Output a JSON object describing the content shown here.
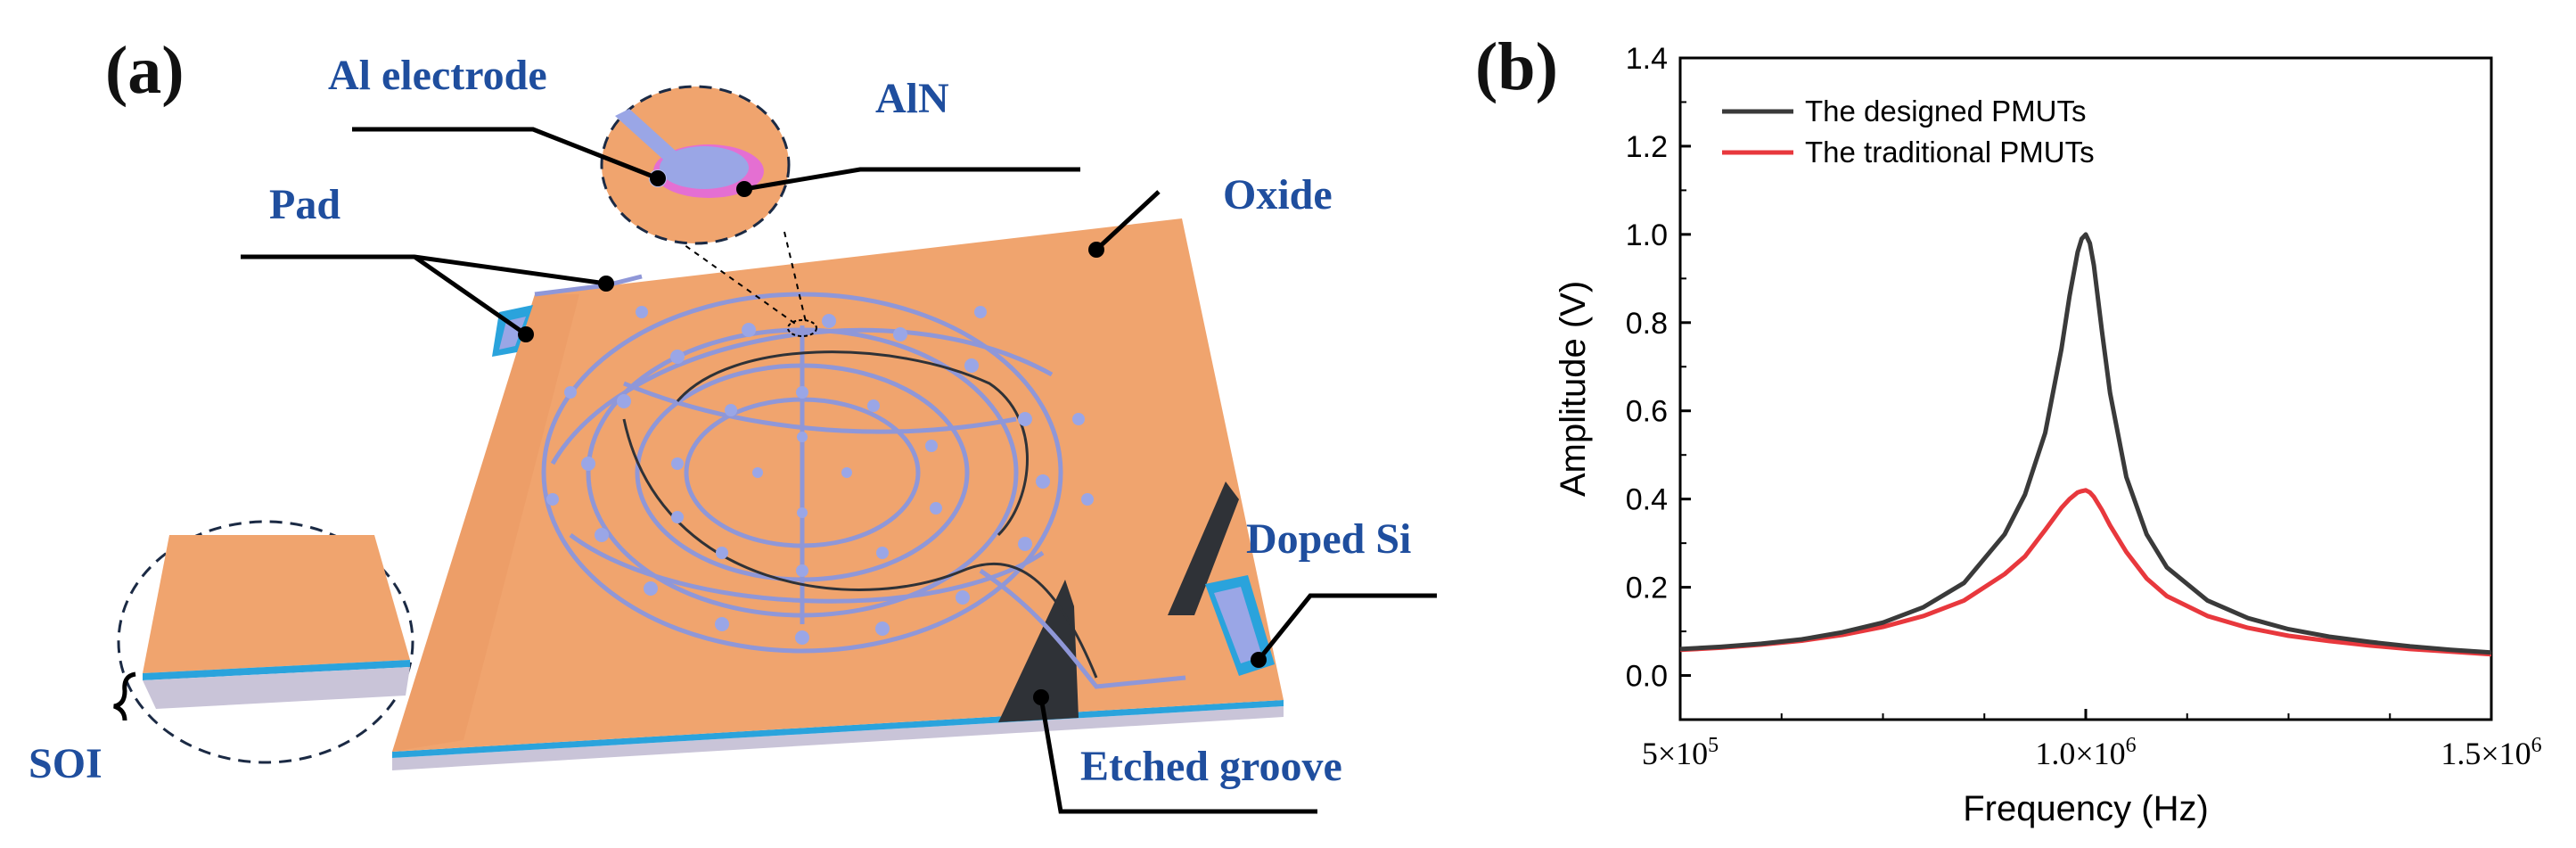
{
  "panel_a": {
    "letter": "(a)",
    "labels": {
      "al_electrode": "Al electrode",
      "aln": "AlN",
      "pad": "Pad",
      "oxide": "Oxide",
      "doped_si": "Doped Si",
      "soi": "SOI",
      "etched_groove": "Etched groove"
    },
    "colors": {
      "label_text": "#1f4e9e",
      "oxide_surface": "#f0a46e",
      "electrode": "#9aa6e6",
      "pad_blue": "#2aa3dc",
      "substrate": "#c9c4d8",
      "groove": "#2f3237",
      "aln_rim": "#e46fd2"
    }
  },
  "panel_b": {
    "letter": "(b)"
  },
  "chart_data": {
    "type": "line",
    "xlabel": "Frequency (Hz)",
    "ylabel": "Amplitude (V)",
    "xlim": [
      500000,
      1500000
    ],
    "ylim": [
      -0.1,
      1.4
    ],
    "x_ticks": [
      {
        "value": 500000,
        "base": "5×10",
        "exp": "5"
      },
      {
        "value": 1000000,
        "base": "1.0×10",
        "exp": "6"
      },
      {
        "value": 1500000,
        "base": "1.5×10",
        "exp": "6"
      }
    ],
    "y_ticks": [
      0.0,
      0.2,
      0.4,
      0.6,
      0.8,
      1.0,
      1.2,
      1.4
    ],
    "y_tick_labels": [
      "0.0",
      "0.2",
      "0.4",
      "0.6",
      "0.8",
      "1.0",
      "1.2",
      "1.4"
    ],
    "legend_position": "top-left",
    "grid": false,
    "series": [
      {
        "name": "The designed PMUTs",
        "color": "#3a3a3a",
        "x": [
          500000,
          550000,
          600000,
          650000,
          700000,
          750000,
          800000,
          850000,
          900000,
          925000,
          950000,
          970000,
          980000,
          990000,
          995000,
          1000000,
          1005000,
          1010000,
          1020000,
          1030000,
          1050000,
          1075000,
          1100000,
          1150000,
          1200000,
          1250000,
          1300000,
          1350000,
          1400000,
          1450000,
          1500000
        ],
        "y": [
          0.06,
          0.065,
          0.072,
          0.082,
          0.098,
          0.12,
          0.155,
          0.21,
          0.32,
          0.41,
          0.55,
          0.74,
          0.86,
          0.96,
          0.99,
          1.0,
          0.98,
          0.93,
          0.78,
          0.64,
          0.45,
          0.32,
          0.245,
          0.17,
          0.13,
          0.105,
          0.088,
          0.076,
          0.066,
          0.058,
          0.052
        ]
      },
      {
        "name": "The traditional PMUTs",
        "color": "#e8383d",
        "x": [
          500000,
          550000,
          600000,
          650000,
          700000,
          750000,
          800000,
          850000,
          900000,
          925000,
          950000,
          970000,
          980000,
          990000,
          995000,
          1000000,
          1005000,
          1010000,
          1020000,
          1030000,
          1050000,
          1075000,
          1100000,
          1150000,
          1200000,
          1250000,
          1300000,
          1350000,
          1400000,
          1450000,
          1500000
        ],
        "y": [
          0.058,
          0.063,
          0.07,
          0.079,
          0.092,
          0.11,
          0.135,
          0.17,
          0.23,
          0.27,
          0.33,
          0.38,
          0.4,
          0.415,
          0.418,
          0.42,
          0.415,
          0.405,
          0.375,
          0.34,
          0.28,
          0.22,
          0.18,
          0.135,
          0.108,
          0.09,
          0.078,
          0.068,
          0.06,
          0.054,
          0.048
        ]
      }
    ]
  }
}
